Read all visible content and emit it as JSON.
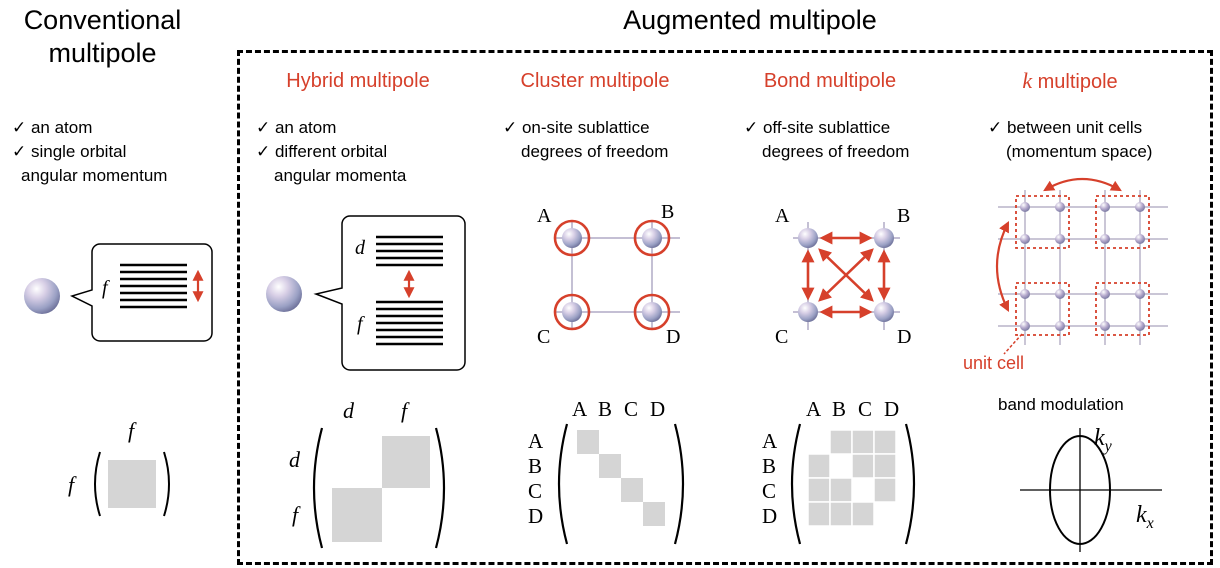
{
  "header": {
    "conventional_title": "Conventional\nmultipole",
    "augmented_title": "Augmented multipole"
  },
  "columns": {
    "hybrid_title": "Hybrid multipole",
    "cluster_title": "Cluster multipole",
    "bond_title": "Bond multipole",
    "k_title_letter": "k",
    "k_title_rest": " multipole"
  },
  "notes": {
    "conventional": [
      "✓ an atom",
      "✓ single orbital",
      "angular momentum"
    ],
    "hybrid": [
      "✓ an atom",
      "✓ different orbital",
      "angular momenta"
    ],
    "cluster": [
      "✓ on-site sublattice",
      "degrees of freedom"
    ],
    "bond": [
      "✓ off-site sublattice",
      "degrees of freedom"
    ],
    "k": [
      "✓ between unit cells",
      "(momentum space)"
    ]
  },
  "labels": {
    "orbital_f": "f",
    "orbital_d": "d",
    "sites": [
      "A",
      "B",
      "C",
      "D"
    ],
    "unit_cell": "unit cell",
    "band_modulation": "band modulation",
    "kx": "k",
    "kx_sub": "x",
    "ky": "k",
    "ky_sub": "y"
  },
  "colors": {
    "accent_red": "#d6402b",
    "block_gray": "#d5d5d5",
    "frame": "#000000"
  }
}
